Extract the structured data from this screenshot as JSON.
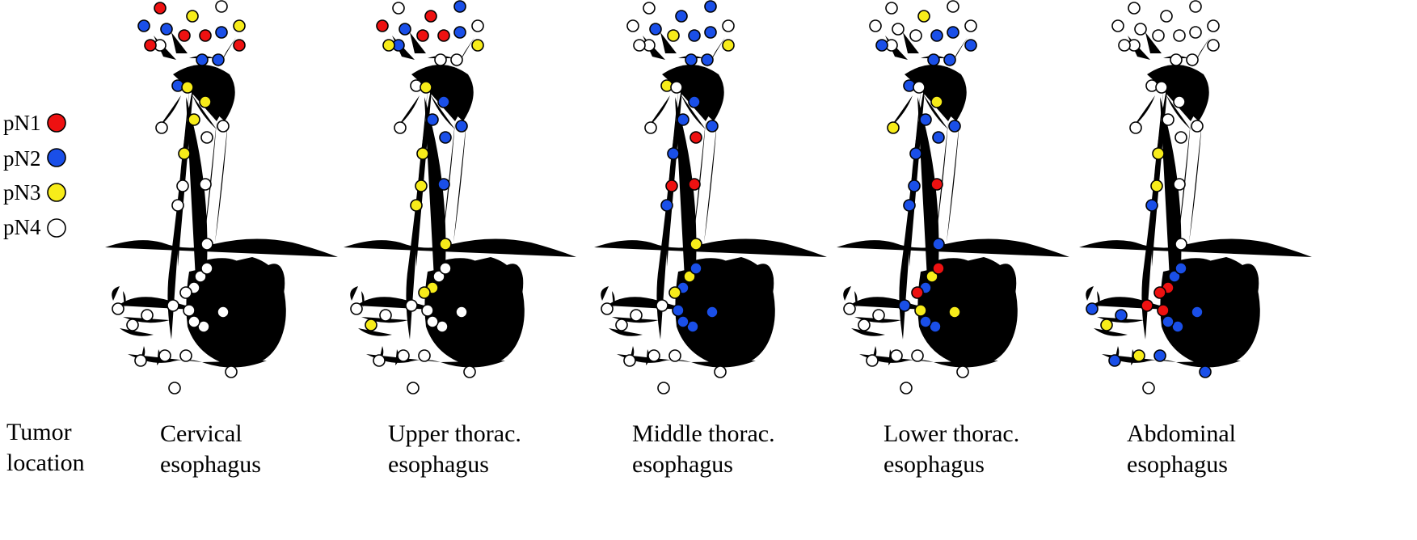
{
  "colors": {
    "pN1": "#ee1111",
    "pN2": "#1a4fe8",
    "pN3": "#f7ec1a",
    "pN4": "#ffffff"
  },
  "legend": {
    "items": [
      {
        "label": "pN1",
        "station": "pN1"
      },
      {
        "label": "pN2",
        "station": "pN2"
      },
      {
        "label": "pN3",
        "station": "pN3"
      },
      {
        "label": "pN4",
        "station": "pN4"
      }
    ]
  },
  "axis_label": {
    "line1": "Tumor",
    "line2": "location"
  },
  "panels": [
    {
      "line1": "Cervical",
      "line2": "esophagus",
      "classes": [
        "pN1",
        "pN2",
        "pN3",
        "pN4",
        "pN3",
        "pN4",
        "pN1",
        "pN1",
        "pN2",
        "pN1",
        "pN1",
        "pN2",
        "pN2",
        "pN2",
        "pN2",
        "pN4",
        "pN3",
        "pN3",
        "pN3",
        "pN4",
        "pN3",
        "pN4",
        "pN4",
        "pN4",
        "pN4",
        "pN4",
        "pN4",
        "pN4",
        "pN4",
        "pN4",
        "pN4",
        "pN4",
        "pN4",
        "pN4",
        "pN4",
        "pN4",
        "pN4",
        "pN4",
        "pN4",
        "pN4",
        "pN4",
        "pN4",
        "pN4"
      ]
    },
    {
      "line1": "Upper thorac.",
      "line2": "esophagus",
      "classes": [
        "pN4",
        "pN1",
        "pN1",
        "pN2",
        "pN4",
        "pN2",
        "pN1",
        "pN1",
        "pN2",
        "pN3",
        "pN3",
        "pN2",
        "pN4",
        "pN4",
        "pN4",
        "pN4",
        "pN3",
        "pN2",
        "pN2",
        "pN2",
        "pN3",
        "pN2",
        "pN3",
        "pN2",
        "pN3",
        "pN3",
        "pN4",
        "pN3",
        "pN3",
        "pN4",
        "pN4",
        "pN4",
        "pN4",
        "pN4",
        "pN4",
        "pN4",
        "pN3",
        "pN4",
        "pN4",
        "pN4",
        "pN4",
        "pN4",
        "pN4"
      ]
    },
    {
      "line1": "Middle thorac.",
      "line2": "esophagus",
      "classes": [
        "pN4",
        "pN4",
        "pN2",
        "pN2",
        "pN4",
        "pN4",
        "pN3",
        "pN2",
        "pN2",
        "pN4",
        "pN3",
        "pN2",
        "pN2",
        "pN2",
        "pN3",
        "pN4",
        "pN4",
        "pN2",
        "pN2",
        "pN2",
        "pN2",
        "pN1",
        "pN1",
        "pN1",
        "pN2",
        "pN3",
        "pN3",
        "pN2",
        "pN3",
        "pN2",
        "pN4",
        "pN2",
        "pN2",
        "pN2",
        "pN2",
        "pN4",
        "pN4",
        "pN4",
        "pN4",
        "pN4",
        "pN4",
        "pN4",
        "pN4"
      ]
    },
    {
      "line1": "Lower thorac.",
      "line2": "esophagus",
      "classes": [
        "pN4",
        "pN4",
        "pN3",
        "pN4",
        "pN4",
        "pN4",
        "pN4",
        "pN2",
        "pN4",
        "pN2",
        "pN2",
        "pN2",
        "pN2",
        "pN2",
        "pN2",
        "pN3",
        "pN4",
        "pN3",
        "pN2",
        "pN2",
        "pN2",
        "pN2",
        "pN2",
        "pN1",
        "pN2",
        "pN2",
        "pN3",
        "pN2",
        "pN1",
        "pN1",
        "pN2",
        "pN3",
        "pN2",
        "pN3",
        "pN2",
        "pN4",
        "pN4",
        "pN4",
        "pN4",
        "pN4",
        "pN4",
        "pN4",
        "pN4"
      ]
    },
    {
      "line1": "Abdominal",
      "line2": "esophagus",
      "classes": [
        "pN4",
        "pN4",
        "pN4",
        "pN4",
        "pN4",
        "pN4",
        "pN4",
        "pN4",
        "pN4",
        "pN4",
        "pN4",
        "pN4",
        "pN4",
        "pN4",
        "pN4",
        "pN4",
        "pN4",
        "pN4",
        "pN4",
        "pN4",
        "pN3",
        "pN4",
        "pN3",
        "pN4",
        "pN2",
        "pN4",
        "pN2",
        "pN1",
        "pN1",
        "pN2",
        "pN1",
        "pN1",
        "pN2",
        "pN2",
        "pN2",
        "pN2",
        "pN3",
        "pN2",
        "pN2",
        "pN3",
        "pN2",
        "pN2",
        "pN4"
      ]
    }
  ]
}
